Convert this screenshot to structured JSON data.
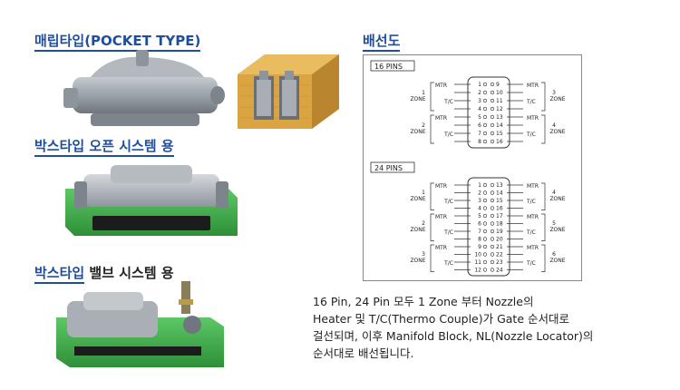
{
  "sections": {
    "pocket": {
      "title_main": "매립타입",
      "title_sub": "(POCKET TYPE)"
    },
    "box_open": {
      "title": "박스타입 오픈 시스템 용"
    },
    "box_valve": {
      "title_main": "박스타입",
      "title_sub": " 밸브 시스템 용"
    },
    "wiring": {
      "title": "배선도"
    }
  },
  "diagram": {
    "pins16": {
      "label": "16 PINS",
      "left_pins": [
        "1",
        "2",
        "3",
        "4",
        "5",
        "6",
        "7",
        "8"
      ],
      "right_pins": [
        "9",
        "10",
        "11",
        "12",
        "13",
        "14",
        "15",
        "16"
      ],
      "zones_left": [
        {
          "num": "1",
          "zone": "ZONE"
        },
        {
          "num": "2",
          "zone": "ZONE"
        }
      ],
      "zones_right": [
        {
          "num": "3",
          "zone": "ZONE"
        },
        {
          "num": "4",
          "zone": "ZONE"
        }
      ],
      "mtr": "MTR",
      "tc": "T/C"
    },
    "pins24": {
      "label": "24 PINS",
      "left_pins": [
        "1",
        "2",
        "3",
        "4",
        "5",
        "6",
        "7",
        "8",
        "9",
        "10",
        "11",
        "12"
      ],
      "right_pins": [
        "13",
        "14",
        "15",
        "16",
        "17",
        "18",
        "19",
        "20",
        "21",
        "22",
        "23",
        "24"
      ],
      "zones_left": [
        {
          "num": "1",
          "zone": "ZONE"
        },
        {
          "num": "2",
          "zone": "ZONE"
        },
        {
          "num": "3",
          "zone": "ZONE"
        }
      ],
      "zones_right": [
        {
          "num": "4",
          "zone": "ZONE"
        },
        {
          "num": "5",
          "zone": "ZONE"
        },
        {
          "num": "6",
          "zone": "ZONE"
        }
      ],
      "mtr": "MTR",
      "tc": "T/C"
    }
  },
  "description": {
    "line1": "16 Pin, 24 Pin 모두 1 Zone 부터 Nozzle의",
    "line2": "Heater 및 T/C(Thermo Couple)가 Gate 순서대로",
    "line3": "걸선되며, 이후 Manifold Block, NL(Nozzle Locator)의",
    "line4": "순서대로 배선됩니다."
  },
  "colors": {
    "accent": "#1f4e9c",
    "green_base": "#3fae49",
    "grey_body": "#9aa1a8",
    "wood": "#d9a441"
  }
}
